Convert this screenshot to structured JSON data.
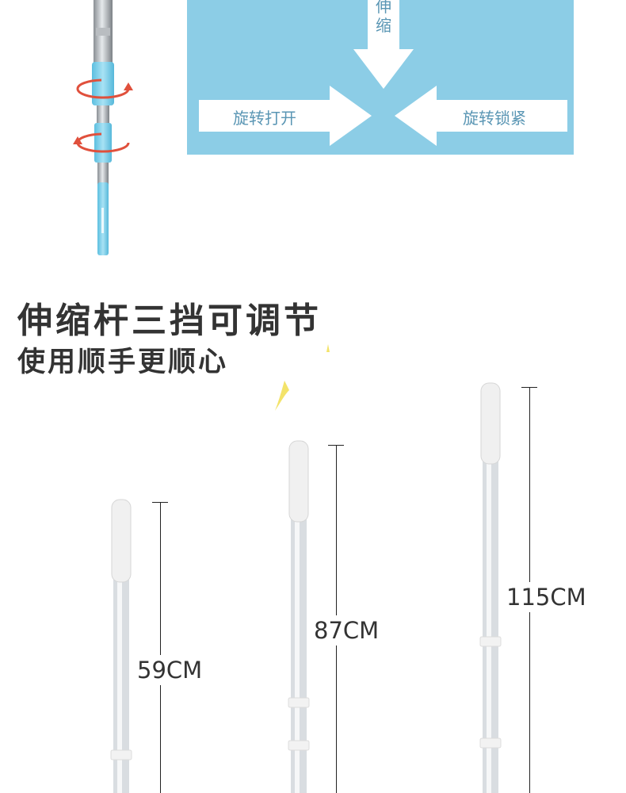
{
  "top_diagram": {
    "top_arrow_label": "伸缩",
    "left_arrow_label": "旋转打开",
    "right_arrow_label": "旋转锁紧"
  },
  "heading": {
    "line1": "伸缩杆三挡可调节",
    "line2": "使用顺手更顺心"
  },
  "poles": [
    {
      "length_label": "59CM"
    },
    {
      "length_label": "87CM"
    },
    {
      "length_label": "115CM"
    }
  ],
  "colors": {
    "panel_bg": "#8ccde6",
    "arrow_fill": "#ffffff",
    "arrow_text": "#5a96b4",
    "heading_text": "#333333",
    "pole_blue": "#7dcfe8",
    "rotate_arrow": "#e0503c"
  },
  "icons": [
    "rotate-arrow-icon",
    "rotate-arrow-icon",
    "sparkle-icon"
  ]
}
